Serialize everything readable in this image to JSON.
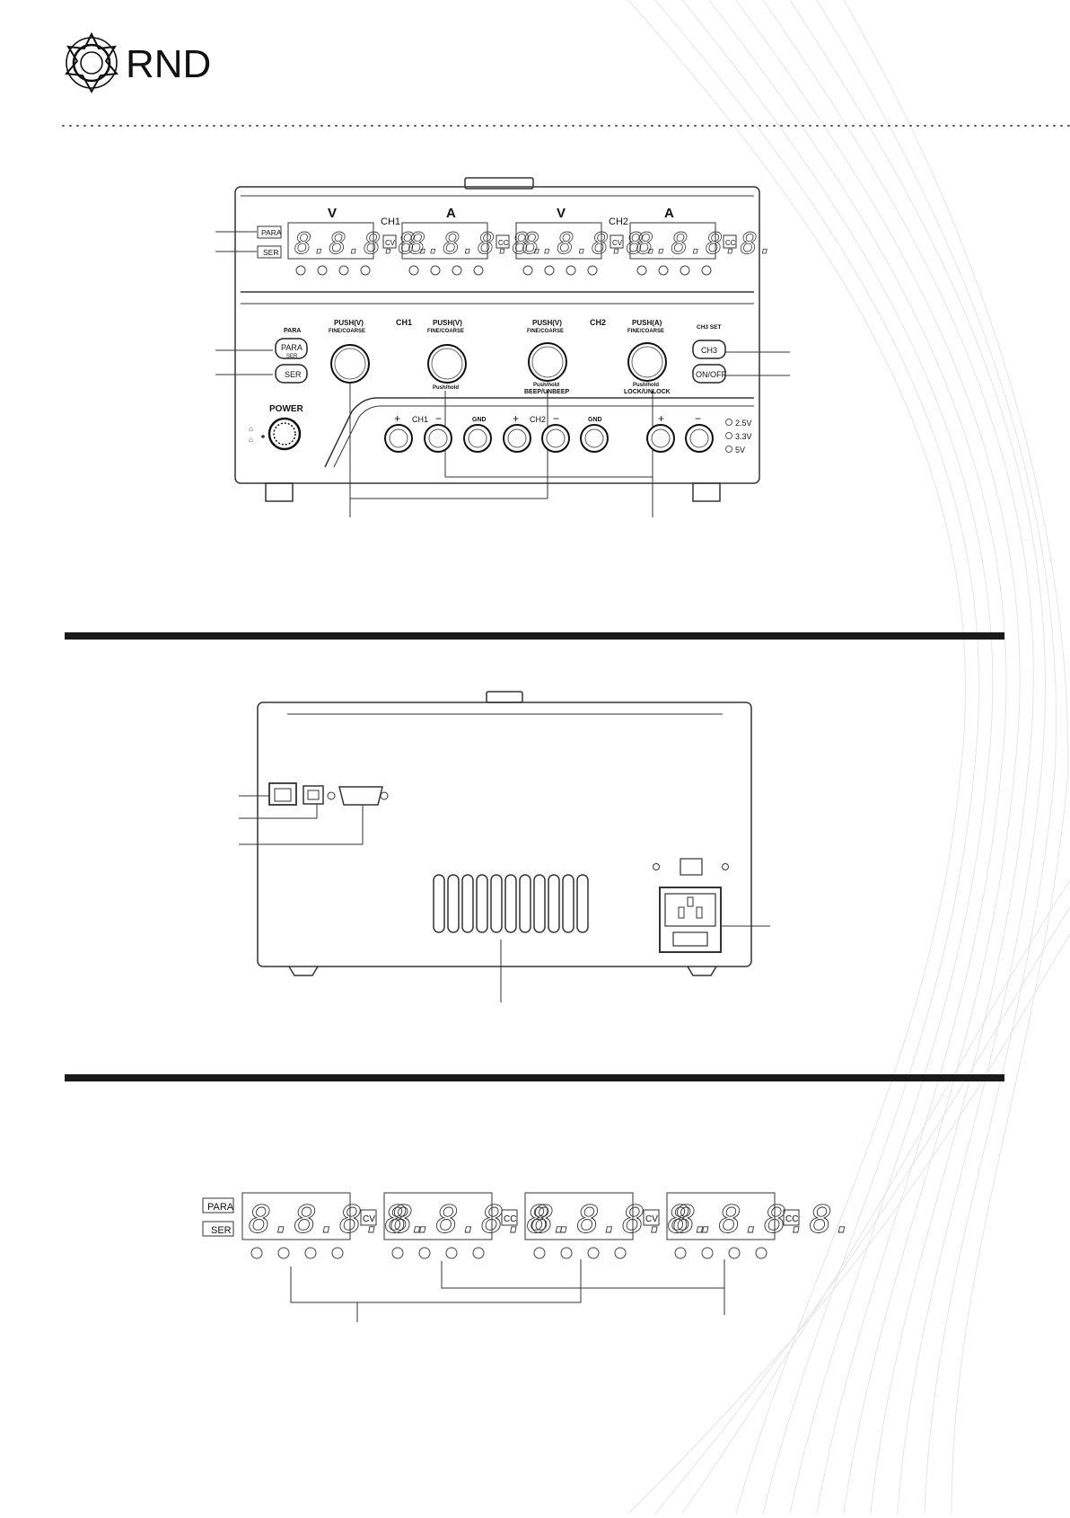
{
  "header": {
    "logo_text": "RND"
  },
  "front_panel": {
    "display": {
      "v_label": "V",
      "a_label": "A",
      "ch1": "CH1",
      "ch2": "CH2",
      "para": "PARA",
      "ser": "SER",
      "cv": "CV",
      "cc": "CC"
    },
    "controls": {
      "para_heading": "PARA",
      "para_ser_button": "PARA",
      "para_ser_button_sub": "SER",
      "ser_button": "SER",
      "power": "POWER",
      "knob1_top": "PUSH(V)",
      "knob1_sub": "FINE/COARSE",
      "ch1_heading": "CH1",
      "knob2_top": "PUSH(V)",
      "knob2_sub": "FINE/COARSE",
      "knob2_bottom": "Push/hold",
      "knob3_top": "PUSH(V)",
      "knob3_sub": "FINE/COARSE",
      "knob3_bottom1": "Push/hold",
      "knob3_bottom2": "BEEP/UNBEEP",
      "ch2_heading": "CH2",
      "knob4_top": "PUSH(A)",
      "knob4_sub": "FINE/COARSE",
      "knob4_bottom1": "Push/hold",
      "knob4_bottom2": "LOCK/UNLOCK",
      "ch3_set": "CH3 SET",
      "ch3_button": "CH3",
      "onoff_button": "ON/OFF"
    },
    "terminals": {
      "plus": "+",
      "minus": "−",
      "ch1": "CH1",
      "ch2": "CH2",
      "gnd": "GND",
      "v25": "2.5V",
      "v33": "3.3V",
      "v5": "5V"
    }
  },
  "detail_display": {
    "para": "PARA",
    "ser": "SER",
    "cv": "CV",
    "cc": "CC"
  }
}
